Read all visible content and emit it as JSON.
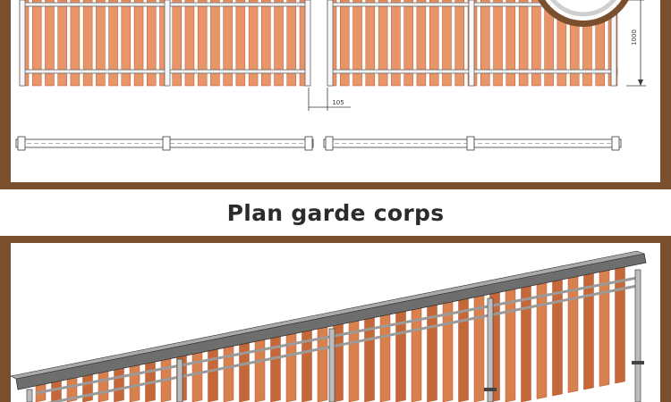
{
  "caption": "Plan garde corps",
  "dimensions": {
    "height_label": "1000",
    "gap_label": "105"
  },
  "colors": {
    "frame_brown": "#7a4f2e",
    "slat_orange": "#e8956a",
    "slat_dark": "#b9542b",
    "rail_gray": "#9a9a9a",
    "rail_dark": "#555555",
    "line_dark": "#3a3a3a"
  },
  "icons": {
    "badge": "circle-badge-icon"
  }
}
